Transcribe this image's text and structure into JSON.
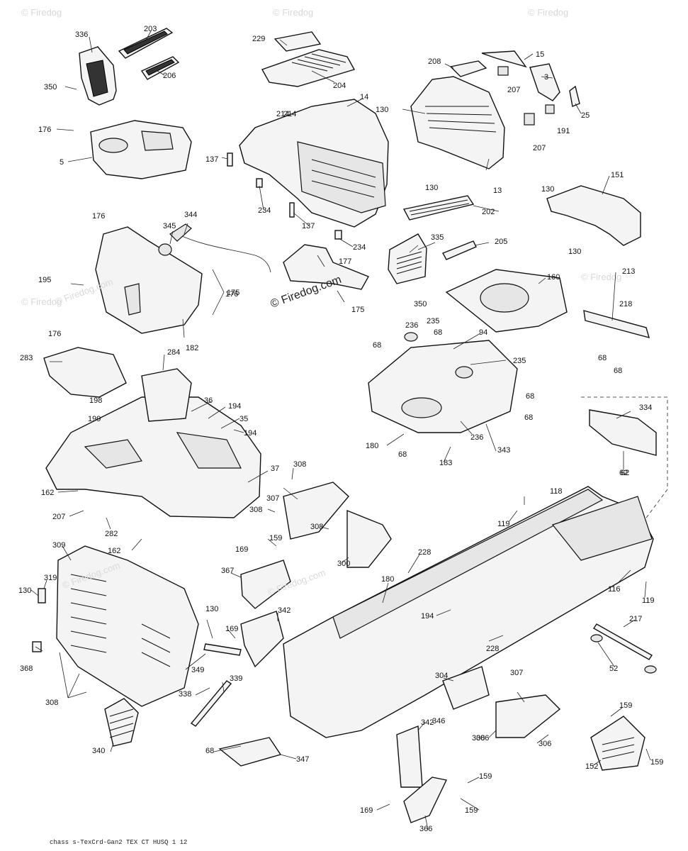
{
  "watermark": {
    "text": "© Firedog.com",
    "corner_text": "© Firedog"
  },
  "footer": "chass s-TexCrd-Gan2 TEX CT HUSQ 1 12",
  "callouts": [
    "336",
    "203",
    "206",
    "350",
    "176",
    "5",
    "229",
    "204",
    "14",
    "214",
    "137",
    "234",
    "130",
    "208",
    "15",
    "207",
    "3",
    "25",
    "191",
    "13",
    "202",
    "151",
    "176",
    "344",
    "345",
    "195",
    "175",
    "182",
    "176",
    "177",
    "335",
    "205",
    "160",
    "213",
    "218",
    "68",
    "283",
    "284",
    "198",
    "36",
    "194",
    "35",
    "199",
    "37",
    "236",
    "235",
    "94",
    "180",
    "183",
    "343",
    "334",
    "62",
    "162",
    "207",
    "282",
    "308",
    "307",
    "169",
    "159",
    "367",
    "300",
    "309",
    "319",
    "368",
    "342",
    "228",
    "118",
    "119",
    "116",
    "217",
    "52",
    "340",
    "339",
    "338",
    "349",
    "304",
    "306",
    "347",
    "152",
    "366",
    "346",
    "306"
  ]
}
